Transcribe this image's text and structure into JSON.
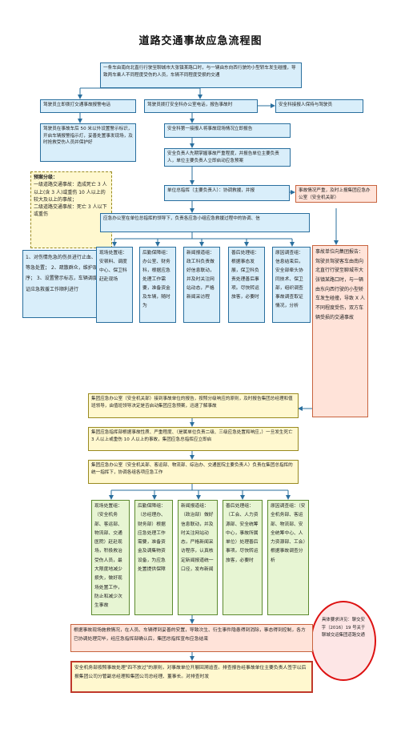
{
  "title": "道路交通事故应急流程图",
  "top": "一条车由南向北直行行驶至聊城市大张镇某路口时，与一辆由东向西行驶的小型轿车发生碰撞，导致两车乘人不同程度受伤的人员，车辆不同程度受损的交通",
  "driver_call": "驾驶员立即拨打交通事故报警电话",
  "driver_report": "驾驶员拨打安全科办公室电话，报告事故时",
  "safety_protect": "安全科接报人保持与驾驶员",
  "warning": "驾驶员在事故车后 50 米以外设置警示标识，开启车辆报警指示灯，妥善处置事发现场，及时抢救受伤人员并保护好",
  "safety_receive": "安全科第一接报人将事故现场情况立即报告",
  "safety_leader": "安全负责人先期掌握事故严重程度，并报告单位主要负责人，单位主要负责人立即启动应急预案",
  "warn_level_title": "预案分级：",
  "level1": "一级道路交通事故：造成死亡 3 人以上(含 3 人)或重伤 10 人以上的较大及以上的事故；",
  "level2": "二级道路交通事故：死亡 3 人以下或重伤",
  "measures": "1、对伤情危急的伤员进行止血、包扎等急处置； 2、疏散群众，维护现场秩序； 3、设置警示标志，车辆调度以保证应急救援工作顺利进行",
  "commander": "单位总指挥（主要负责人）：协调救援，并报",
  "serious": "事故情况严重，及时上报集团应急办公室（安全机关部）",
  "office_notice": "应急办公室在单位总指挥的领导下，负责各应急小组应急救援过程中的协调、信",
  "groups1": [
    "现场处置组：安顿料、调度中心、保卫科赶赴现场",
    "后勤保障组：办公室、财务科，根据应急处理工作需要，准备资金及车辆，随时为",
    "新闻报道组：政工科负责做好信息联动，并及时关注网站动态，严格新闻采访程",
    "善后处理组：根据事态发展，保卫科负责处理善后事项。尽快转运旅客，必要时",
    "原因调查组：信息结束后，安全部牵头协同技术、保卫部，组织调查事故调查取证情况，分析"
  ],
  "group_report": "事故单位向集团报告：驾驶员驾驶客车由南向北直行行驶至聊城市大张镇某路口时，与一辆由东向西行驶的小型轿车发生碰撞，导致 X 人不同程度受伤，双方车辆受损的交通事故",
  "group_office1": "集团应急办公室（安全机关部）接到事故单位的报告，按照分级响应的原则，及时报告集团总经理和值班领导，由值班领导决定是否启动集团应急预案，迅速了解事故",
  "group_office2": "集团应急指挥部根据事故性质、严重程度、（是属单位负责二级、三级应急处置和响应，）一旦发生死亡 3 人以上或重伤 10 人以上的事故，集团应急总指挥应立即启",
  "group_office3": "集团应急办公室（安全机关部、客运部、物流部、综治办、交通医院主要负责人）负责在集团总指挥的统一指挥下，协调各组各项应急工作",
  "groups2": [
    "现场处置组：（安全机务部、客运部、物流部、交通医院）赶赴现场，积极救治受伤人员，最大限度地减少损失，做好现场处置工作，防止和减少次生事故",
    "后勤保障组：（总经理办、财务部）根据应急处理工作需要，准备资金及调集物资设备，为应急处置提供保障",
    "新闻报道组：（政治部）做好信息联动，并及时关注网站动态，严格新闻采访程序，认真核定新闻报道统一口径，发布新闻",
    "善后处理组：（工会、人力资源部、安全统筹中心，事故所属单位）处理善后事项。尽快转运旅客，必要时",
    "原因调查组：（安全机务部、客运部、物流部、安全统筹中心、人力资源部、工会）根据事故调查分析"
  ],
  "detail": "具体要求详见：聊交安字〔2016〕19 号关于聊城交运集团道路交通",
  "bottom1": "根据事故现场施救情况，在人员、车辆得到妥善的安置，导致次生、衍生事件隐患得到消除，事态得到控制，各方已协调处理完毕，经应急指挥部确认后，集团总指挥宣布应急结束",
  "bottom2": "安全机务部按照事故处理\"四不放过\"的原则，对事故单位开展回溯追查。排查报告经事故单位主要负责人签字以后报集团公司分管副总经理和集团公司总经理、董事长。对排查时发"
}
